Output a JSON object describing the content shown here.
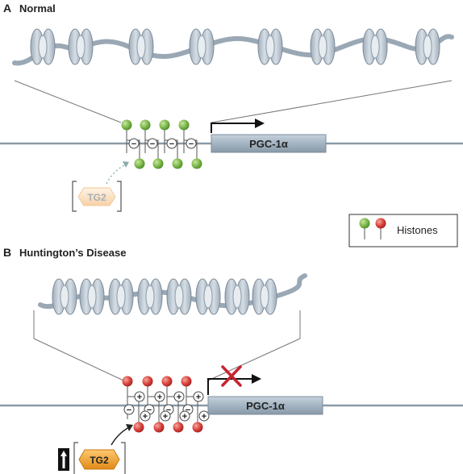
{
  "panel_a": {
    "letter": "A",
    "title": "Normal",
    "gene_label": "PGC-1α",
    "enzyme_label": "TG2",
    "charge_symbol": "−"
  },
  "panel_b": {
    "letter": "B",
    "title": "Huntington’s Disease",
    "gene_label": "PGC-1α",
    "enzyme_label": "TG2",
    "charge_symbol_plus": "+",
    "charge_symbol_minus": "−"
  },
  "legend": {
    "label": "Histones"
  },
  "colors": {
    "histone_green": "#7ab648",
    "histone_red": "#d9403a",
    "dna_line": "#8a9aa8",
    "gene_box": "#a9b7c4",
    "nucleosome": "#b8c3ce",
    "tg2_normal": "#fbe3c8",
    "tg2_disease": "#f0a030",
    "block_x": "#c8232c"
  },
  "icons": {
    "up_arrow": "up-arrow-icon",
    "block_x": "block-x-icon",
    "transcription_arrow": "transcription-arrow-icon"
  }
}
